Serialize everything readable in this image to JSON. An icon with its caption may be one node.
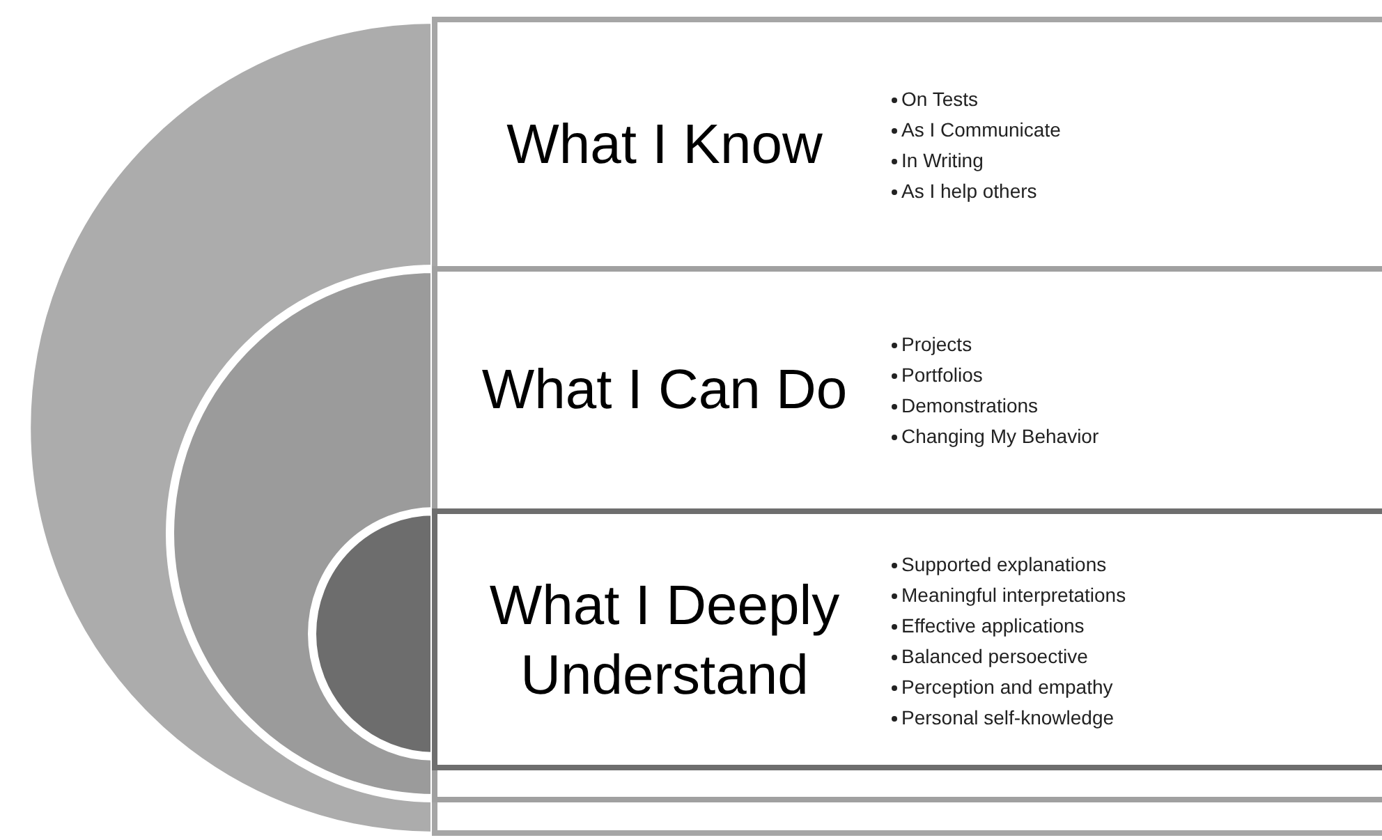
{
  "diagram": {
    "nodes": [
      {
        "text": [
          "What I Know",
          "On Tests",
          "As I Communicate",
          "In Writing",
          "As I help others"
        ]
      },
      {
        "text": [
          "What I Can Do",
          "Projects",
          "Portfolios",
          "Demonstrations",
          "Changing My Behavior"
        ],
        "in": 0
      },
      {
        "text": [
          "What I Deeply Understand",
          "Supported explanations",
          "Meaningful interpretations",
          "Effective applications",
          "Balanced persoective",
          "Perception and empathy",
          "Personal self-knowledge"
        ],
        "in": 1
      }
    ]
  }
}
